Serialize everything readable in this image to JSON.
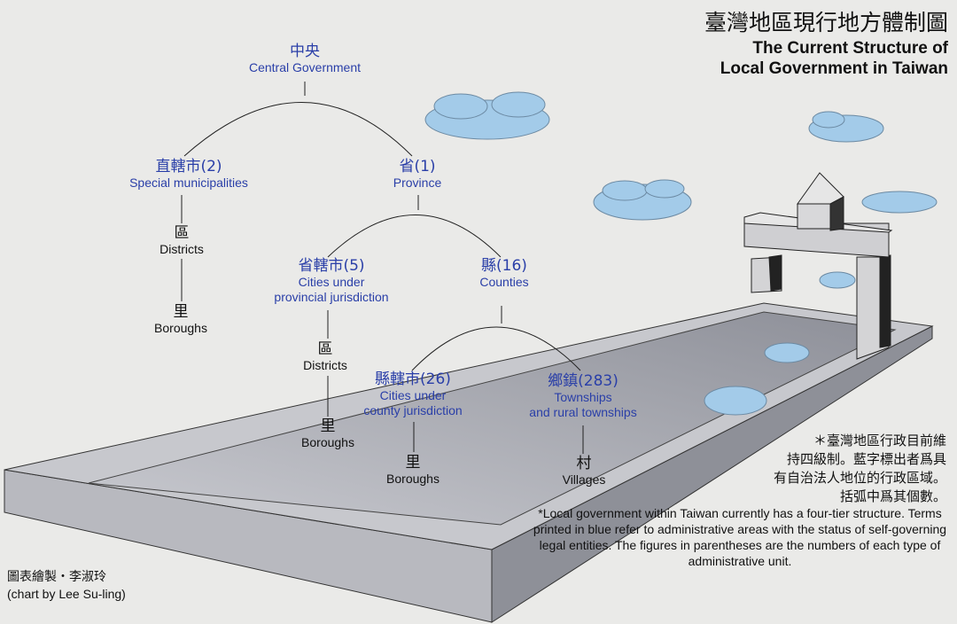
{
  "title": {
    "zh": "臺灣地區現行地方體制圖",
    "en_line1": "The Current Structure of",
    "en_line2": "Local Government in Taiwan"
  },
  "nodes": {
    "central": {
      "zh": "中央",
      "en": "Central Government"
    },
    "special": {
      "zh": "直轄市(2)",
      "en": "Special municipalities"
    },
    "province": {
      "zh": "省(1)",
      "en": "Province"
    },
    "districts1": {
      "zh": "區",
      "en": "Districts"
    },
    "boroughs1": {
      "zh": "里",
      "en": "Boroughs"
    },
    "prov_cities": {
      "zh": "省轄市(5)",
      "en1": "Cities under",
      "en2": "provincial jurisdiction"
    },
    "counties": {
      "zh": "縣(16)",
      "en": "Counties"
    },
    "districts2": {
      "zh": "區",
      "en": "Districts"
    },
    "boroughs2": {
      "zh": "里",
      "en": "Boroughs"
    },
    "county_cities": {
      "zh": "縣轄市(26)",
      "en1": "Cities under",
      "en2": "county jurisdiction"
    },
    "townships": {
      "zh": "鄉鎮(283)",
      "en1": "Townships",
      "en2": "and rural townships"
    },
    "boroughs3": {
      "zh": "里",
      "en": "Boroughs"
    },
    "villages": {
      "zh": "村",
      "en": "Villages"
    }
  },
  "note": {
    "zh": [
      "＊臺灣地區行政目前維",
      "持四級制。藍字標出者爲具",
      "有自治法人地位的行政區域。",
      "括弧中爲其個數。"
    ],
    "en": "*Local government within Taiwan currently has a four-tier structure. Terms printed in blue refer to administrative areas with the status of self-governing legal entities. The figures in parentheses are the numbers of each type of administrative unit."
  },
  "credit": {
    "zh": "圖表繪製・李淑玲",
    "en": "(chart by Lee Su-ling)"
  },
  "colors": {
    "blue_text": "#2a3fa8",
    "slab": "#a9abb3",
    "cloud": "#9fc9e8"
  }
}
